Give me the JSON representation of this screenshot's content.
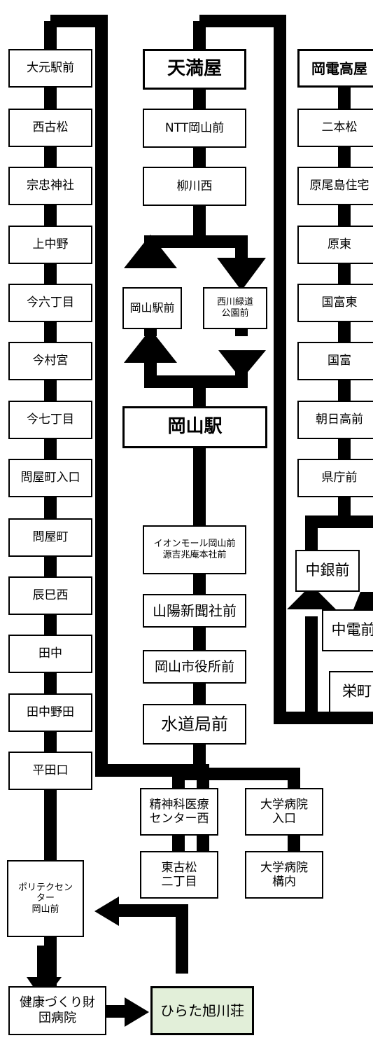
{
  "colors": {
    "line": "#000000",
    "box_border": "#000000",
    "box_fill": "#ffffff",
    "destination_fill": "#e2efd9"
  },
  "route_left": {
    "stops": [
      "大元駅前",
      "西古松",
      "宗忠神社",
      "上中野",
      "今六丁目",
      "今村宮",
      "今七丁目",
      "問屋町入口",
      "問屋町",
      "辰巳西",
      "田中",
      "田中野田",
      "平田口"
    ]
  },
  "route_center": {
    "upper_stops": [
      "天満屋",
      "NTT岡山前",
      "柳川西"
    ],
    "loop_left": "岡山駅前",
    "loop_right": "西川緑道\n公園前",
    "main_station": "岡山駅",
    "lower_stops": [
      "イオンモール岡山前\n源吉兆庵本社前",
      "山陽新聞社前",
      "岡山市役所前",
      "水道局前"
    ],
    "branch_a": [
      "精神科医療\nセンター西",
      "東古松\n二丁目"
    ],
    "branch_b": [
      "大学病院\n入口",
      "大学病院\n構内"
    ]
  },
  "route_right": {
    "stops": [
      "岡電高屋",
      "二本松",
      "原尾島住宅",
      "原東",
      "国富東",
      "国富",
      "朝日高前",
      "県庁前"
    ],
    "loop_stops": [
      "中銀前",
      "中電前",
      "栄町"
    ]
  },
  "terminal": {
    "polytech": "ポリテクセン\nター\n岡山前",
    "kenko": "健康づくり財\n団病院",
    "destination": "ひらた旭川荘"
  }
}
